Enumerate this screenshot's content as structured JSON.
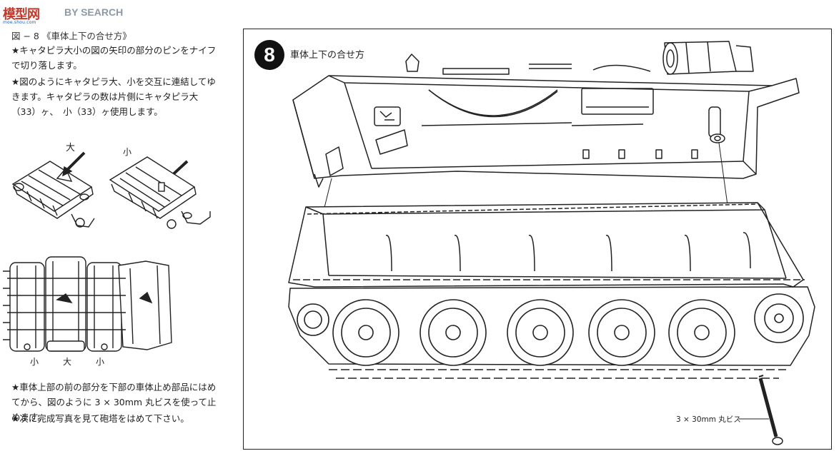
{
  "watermark": {
    "logo_text": "模型网",
    "brand": "BY SEARCH",
    "domain": "moe.shou.com"
  },
  "instructions": {
    "figure_title": "図 − 8 《車体上下の合せ方》",
    "para1": "★キャタピラ大小の図の矢印の部分のピンをナイフで切り落します。",
    "para2": "★図のようにキャタピラ大、小を交互に連結してゆきます。キャタピラの数は片側にキャタピラ大（33）ヶ、　小（33）ヶ使用します。",
    "label_large": "大",
    "label_small": "小",
    "bottom_labels": [
      "小",
      "大",
      "小"
    ],
    "para3": "★車体上部の前の部分を下部の車体止め部品にはめてから、図のように 3 × 30mm 丸ビスを使って止めます。",
    "para4": "★次に完成写真を見て砲塔をはめて下さい。"
  },
  "step": {
    "number": "8",
    "title": "車体上下の合せ方",
    "screw_label": "3 × 30mm 丸ビス"
  }
}
